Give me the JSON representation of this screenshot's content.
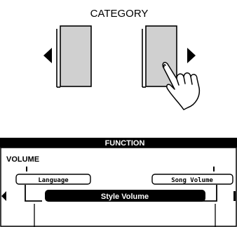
{
  "panel": {
    "category_label": "CATEGORY"
  },
  "display": {
    "header_title": "FUNCTION",
    "parameter_name": "VOLUME",
    "prev_item_label": "Language",
    "next_item_label": "Song Volume",
    "current_item_label": "Style Volume"
  },
  "colors": {
    "button_fill": "#d0d0d0",
    "ink": "#000000",
    "lcd_header": "#000000",
    "lcd_text_inverse": "#ffffff"
  }
}
